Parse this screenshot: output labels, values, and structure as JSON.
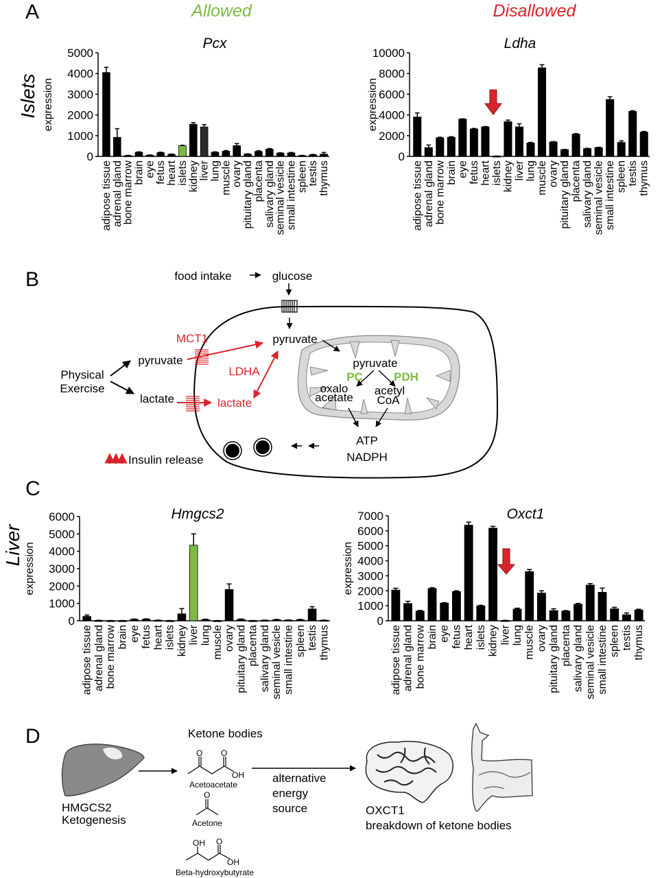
{
  "figure": {
    "panels": {
      "A": "A",
      "B": "B",
      "C": "C",
      "D": "D"
    },
    "headers": {
      "allowed": "Allowed",
      "disallowed": "Disallowed"
    },
    "row_labels": {
      "islets": "Islets",
      "liver": "Liver"
    },
    "colors": {
      "allowed": "#7dbb42",
      "disallowed": "#d9242a",
      "bar": "#000000",
      "highlight_bar": "#7dbb42",
      "liver_bar_pcx": "#2b2b2b",
      "mito_fill": "#d8d8d8"
    }
  },
  "chart_data": [
    {
      "id": "pcx",
      "type": "bar",
      "title": "Pcx",
      "ylabel": "expression",
      "xlabel": "",
      "ylim": [
        0,
        5000
      ],
      "yticks": [
        0,
        1000,
        2000,
        3000,
        4000,
        5000
      ],
      "categories": [
        "adipose tissue",
        "adrenal gland",
        "bone marrow",
        "brain",
        "eye",
        "fetus",
        "heart",
        "islets",
        "kidney",
        "liver",
        "lung",
        "muscle",
        "ovary",
        "pituitary gland",
        "placenta",
        "salivary gland",
        "seminal vesicle",
        "small intestine",
        "spleen",
        "testis",
        "thymus"
      ],
      "values": [
        4050,
        920,
        40,
        200,
        60,
        180,
        100,
        520,
        1550,
        1420,
        200,
        250,
        520,
        110,
        240,
        350,
        160,
        170,
        40,
        80,
        110
      ],
      "errors": [
        250,
        420,
        10,
        20,
        10,
        20,
        15,
        20,
        80,
        110,
        20,
        30,
        100,
        15,
        30,
        30,
        15,
        20,
        10,
        15,
        80
      ],
      "highlight": "islets",
      "highlight_color": "#7dbb42",
      "grid": false
    },
    {
      "id": "ldha",
      "type": "bar",
      "title": "Ldha",
      "ylabel": "expression",
      "xlabel": "",
      "ylim": [
        0,
        10000
      ],
      "yticks": [
        0,
        2000,
        4000,
        6000,
        8000,
        10000
      ],
      "categories": [
        "adipose tissue",
        "adrenal gland",
        "bone marrow",
        "brain",
        "eye",
        "fetus",
        "heart",
        "islets",
        "kidney",
        "liver",
        "lung",
        "muscle",
        "ovary",
        "pituitary gland",
        "placenta",
        "salivary gland",
        "seminal vesicle",
        "small intestine",
        "spleen",
        "testis",
        "thymus"
      ],
      "values": [
        3800,
        850,
        1800,
        1850,
        3600,
        2650,
        2850,
        30,
        3350,
        2850,
        1300,
        8550,
        1400,
        650,
        2150,
        750,
        850,
        5500,
        1350,
        4350,
        2350
      ],
      "errors": [
        400,
        250,
        50,
        50,
        30,
        50,
        30,
        10,
        150,
        300,
        50,
        300,
        30,
        30,
        50,
        30,
        30,
        250,
        150,
        60,
        60
      ],
      "annotation": "red arrow pointing to islets",
      "grid": false
    },
    {
      "id": "hmgcs2",
      "type": "bar",
      "title": "Hmgcs2",
      "ylabel": "expression",
      "xlabel": "",
      "ylim": [
        0,
        6000
      ],
      "yticks": [
        0,
        1000,
        2000,
        3000,
        4000,
        5000,
        6000
      ],
      "categories": [
        "adipose tissue",
        "adrenal gland",
        "bone marrow",
        "brain",
        "eye",
        "fetus",
        "heart",
        "islets",
        "kidney",
        "liver",
        "lung",
        "muscle",
        "ovary",
        "pituitary gland",
        "placenta",
        "salivary gland",
        "seminal vesicle",
        "small intestine",
        "spleen",
        "testis",
        "thymus"
      ],
      "values": [
        250,
        20,
        10,
        10,
        80,
        90,
        30,
        10,
        400,
        4350,
        70,
        10,
        1800,
        80,
        10,
        30,
        60,
        40,
        60,
        680,
        30
      ],
      "errors": [
        80,
        10,
        5,
        5,
        20,
        20,
        10,
        5,
        300,
        650,
        20,
        5,
        320,
        20,
        5,
        10,
        20,
        10,
        20,
        130,
        10
      ],
      "highlight": "liver",
      "highlight_color": "#7dbb42",
      "grid": false
    },
    {
      "id": "oxct1",
      "type": "bar",
      "title": "Oxct1",
      "ylabel": "expression",
      "xlabel": "",
      "ylim": [
        0,
        7000
      ],
      "yticks": [
        0,
        1000,
        2000,
        3000,
        4000,
        5000,
        6000,
        7000
      ],
      "categories": [
        "adipose tissue",
        "adrenal gland",
        "bone marrow",
        "brain",
        "eye",
        "fetus",
        "heart",
        "islets",
        "kidney",
        "liver",
        "lung",
        "muscle",
        "ovary",
        "pituitary gland",
        "placenta",
        "salivary gland",
        "seminal vesicle",
        "small intestine",
        "spleen",
        "testis",
        "thymus"
      ],
      "values": [
        2050,
        1150,
        650,
        2150,
        1180,
        1950,
        6380,
        1000,
        6180,
        20,
        780,
        3280,
        1850,
        680,
        650,
        1100,
        2380,
        1900,
        800,
        400,
        720
      ],
      "errors": [
        120,
        150,
        40,
        60,
        30,
        50,
        200,
        30,
        120,
        10,
        60,
        140,
        150,
        120,
        30,
        60,
        100,
        280,
        100,
        120,
        50
      ],
      "annotation": "red arrow pointing to liver",
      "grid": false
    }
  ],
  "diagram_b": {
    "food_intake": "food intake",
    "glucose": "glucose",
    "pyruvate_cell": "pyruvate",
    "mct1": "MCT1",
    "pyruvate_ext": "pyruvate",
    "physical": "Physical",
    "exercise": "Exercise",
    "lactate_ext": "lactate",
    "lactate_cell": "lactate",
    "ldha": "LDHA",
    "pyruvate_mito": "pyruvate",
    "pc": "PC",
    "pdh": "PDH",
    "oxalo": "oxalo",
    "acetate": "acetate",
    "acetyl": "acetyl",
    "coa": "CoA",
    "atp": "ATP",
    "nadph": "NADPH",
    "insulin": "Insulin release"
  },
  "diagram_d": {
    "ketone_bodies": "Ketone bodies",
    "acetoacetate": "Acetoacetate",
    "acetone": "Acetone",
    "bhb": "Beta-hydroxybutyrate",
    "O": "O",
    "OH": "OH",
    "hmgcs2": "HMGCS2",
    "ketogenesis": "Ketogenesis",
    "alternative": "alternative",
    "energy": "energy",
    "source": "source",
    "oxct1": "OXCT1",
    "breakdown": "breakdown of ketone bodies"
  }
}
